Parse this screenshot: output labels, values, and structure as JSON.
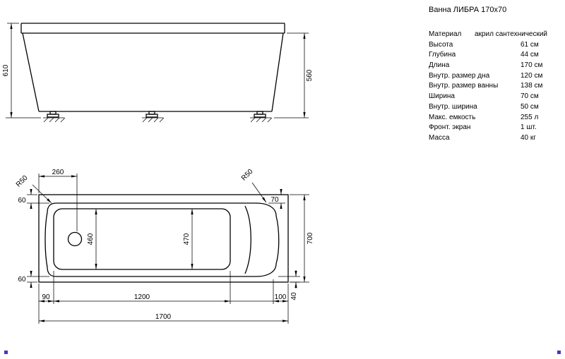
{
  "title": "Ванна ЛИБРА 170x70",
  "specs": {
    "rows": [
      {
        "label": "Материал",
        "value": "акрил сантехнический"
      },
      {
        "label": "Высота",
        "value": "61 см"
      },
      {
        "label": "Глубина",
        "value": "44 см"
      },
      {
        "label": "Длина",
        "value": "170 см"
      },
      {
        "label": "Внутр. размер дна",
        "value": "120 см"
      },
      {
        "label": "Внутр. размер ванны",
        "value": "138 см"
      },
      {
        "label": "Ширина",
        "value": "70 см"
      },
      {
        "label": "Внутр. ширина",
        "value": "50 см"
      },
      {
        "label": "Макс. емкость",
        "value": "255 л"
      },
      {
        "label": "Фронт. экран",
        "value": "1 шт."
      },
      {
        "label": "Масса",
        "value": "40 кг"
      }
    ]
  },
  "front_view": {
    "dim_total_height": "610",
    "dim_panel_height": "560"
  },
  "plan_view": {
    "dim_drain_offset": "260",
    "radius_top_left": "R50",
    "radius_top_right": "R50",
    "dim_rim_top_left": "60",
    "dim_rim_top_right": "70",
    "dim_inner_width_left": "460",
    "dim_inner_width_right": "470",
    "dim_overall_width": "700",
    "dim_rim_bottom_left": "60",
    "dim_bottom_left_offset": "90",
    "dim_inner_bottom_length": "1200",
    "dim_bottom_right_offset": "100",
    "dim_rim_bottom_right": "40",
    "dim_overall_length": "1700"
  },
  "colors": {
    "line": "#000000",
    "handle": "#3a3acc"
  }
}
